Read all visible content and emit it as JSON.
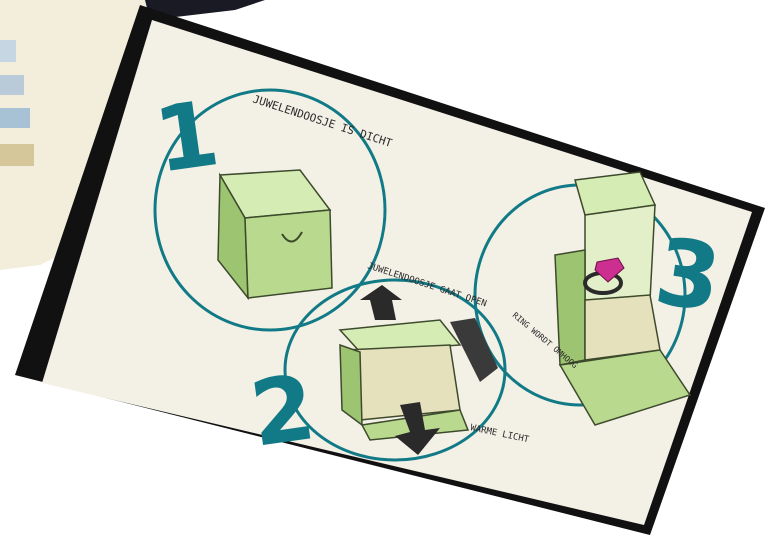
{
  "steps": [
    {
      "number": "1",
      "caption": "JUWELENDOOSJE IS DICHT"
    },
    {
      "number": "2",
      "caption": "JUWELENDOOSJE GAAT OPEN",
      "note": "WARME LICHT"
    },
    {
      "number": "3",
      "caption": "RING WORDT OMHOOG"
    }
  ],
  "colors": {
    "desk": "#f6f2de",
    "board_frame": "#111111",
    "paper": "#f3f0e6",
    "teal": "#117a86",
    "box_green": "#b8d98e",
    "box_dark": "#7fa55a",
    "arrow": "#2a2a2a",
    "gem": "#cc2f8f"
  }
}
